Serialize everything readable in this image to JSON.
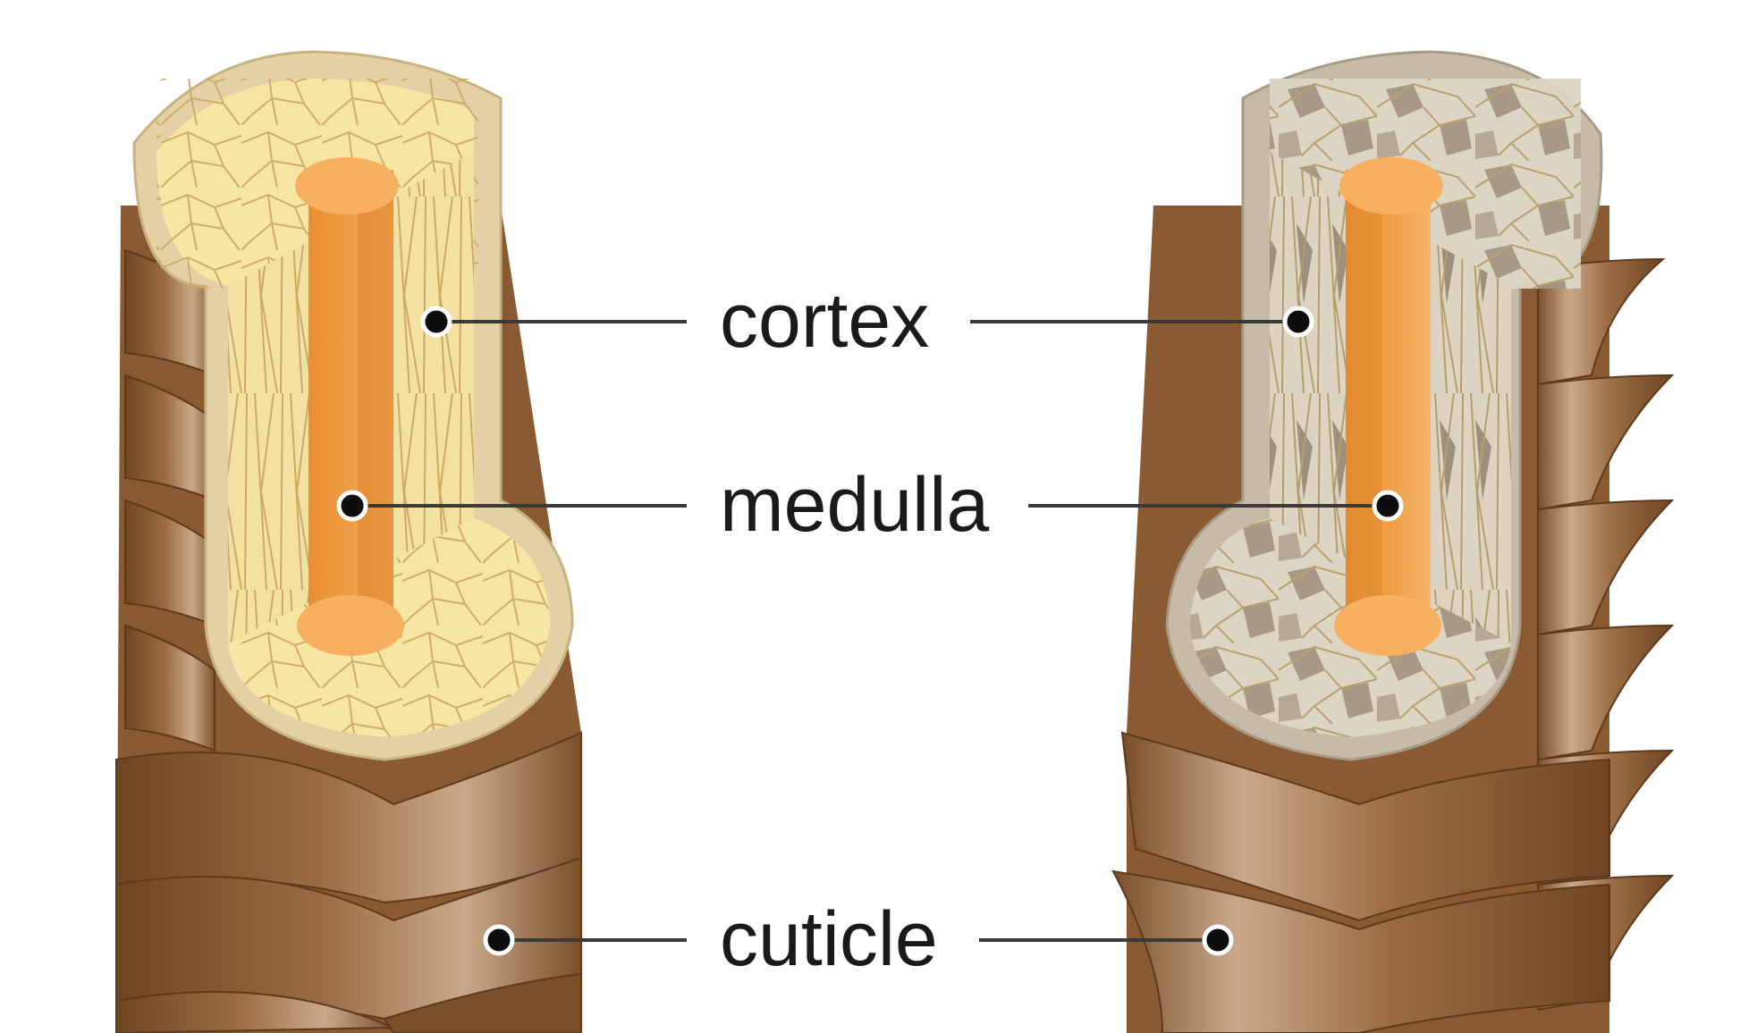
{
  "labels": {
    "cortex": "cortex",
    "medulla": "medulla",
    "cuticle": "cuticle"
  },
  "colors": {
    "cuticle_dark": "#7a4f2a",
    "cuticle_light": "#c9a98a",
    "left_cortex": "#f6e6a4",
    "right_cortex": "#d9d0bd",
    "right_cortex_dark": "#9a8c7a",
    "medulla": "#f0a24a",
    "medulla_top": "#f7b060",
    "rim_left": "#e0cfa5",
    "rim_right": "#b8ab97",
    "cell_lines": "#c9a35a",
    "leader_line": "#3a3a3a"
  }
}
